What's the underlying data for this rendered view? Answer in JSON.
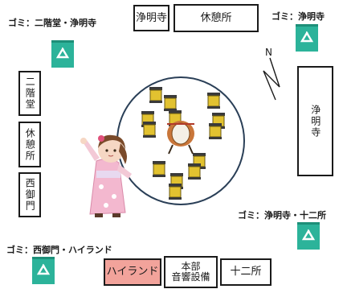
{
  "colors": {
    "line": "#1a1a1a",
    "bin": "#2cb39a",
    "highlight_box": "#f2a39b",
    "lantern": "#e2c230",
    "drum": "#c9763a"
  },
  "top_labels": {
    "trash_left": "ゴミ：二階堂・浄明寺",
    "trash_right": "ゴミ：浄明寺"
  },
  "mid_labels": {
    "trash_right_low": "ゴミ：浄明寺・十二所",
    "trash_left_low": "ゴミ：西御門・ハイランド"
  },
  "top_boxes": {
    "jomyoji": "浄明寺",
    "rest": "休憩所"
  },
  "left_boxes": {
    "nikaido": "二階堂",
    "rest": "休憩所",
    "nishimikado": "西御門"
  },
  "right_box": "浄明寺",
  "compass": "N",
  "bottom_boxes": {
    "highland": "ハイランド",
    "honbu_line1": "本部",
    "honbu_line2": "音響設備",
    "juniso": "十二所"
  },
  "icons": [
    "recycle-icon",
    "lantern-icon",
    "taiko-drum-icon",
    "yukata-girl-illustration"
  ]
}
